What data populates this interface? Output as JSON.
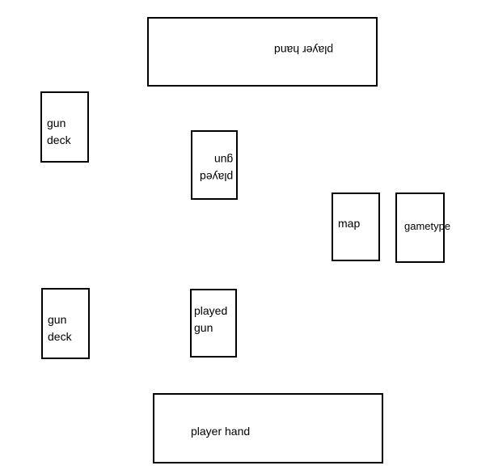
{
  "top_player_hand": {
    "label": "player hand"
  },
  "top_gun_deck": {
    "label": "gun\ndeck"
  },
  "top_played_gun": {
    "label": "played\ngun"
  },
  "map": {
    "label": "map"
  },
  "gametype": {
    "label": "gametype"
  },
  "bottom_gun_deck": {
    "label": "gun\ndeck"
  },
  "bottom_played_gun": {
    "label": "played\ngun"
  },
  "bottom_player_hand": {
    "label": "player hand"
  }
}
